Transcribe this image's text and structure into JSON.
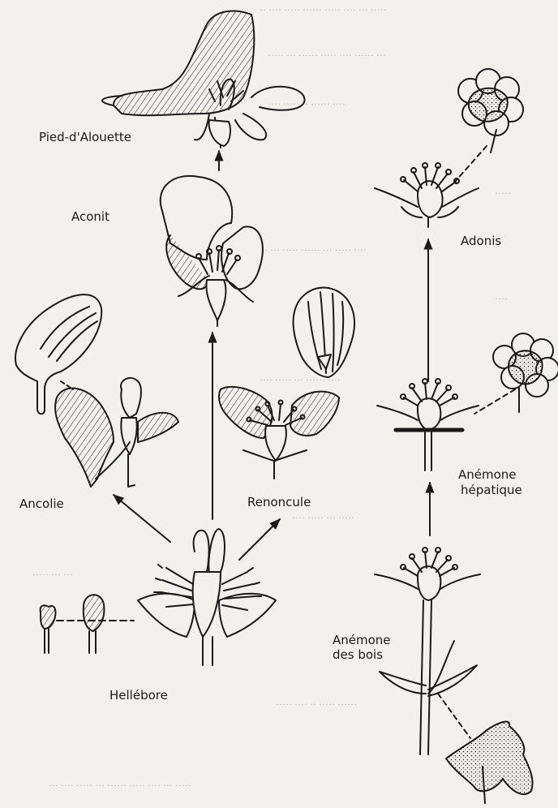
{
  "labels": {
    "pied_alouette": "Pied-d'Alouette",
    "aconit": "Aconit",
    "adonis": "Adonis",
    "ancolie": "Ancolie",
    "renoncule": "Renoncule",
    "anemone_hepatique_1": "Anémone",
    "anemone_hepatique_2": "hépatique",
    "anemone_bois_1": "Anémone",
    "anemone_bois_2": "des bois",
    "hellebore": "Hellébore"
  },
  "colors": {
    "ink": "#1a1a1a",
    "paper": "#f2f1ee",
    "ghost_text": "#b9b6b0"
  },
  "icons": [
    "flower-drawing",
    "arrow-icon",
    "petal-drawing",
    "leaf-drawing"
  ]
}
